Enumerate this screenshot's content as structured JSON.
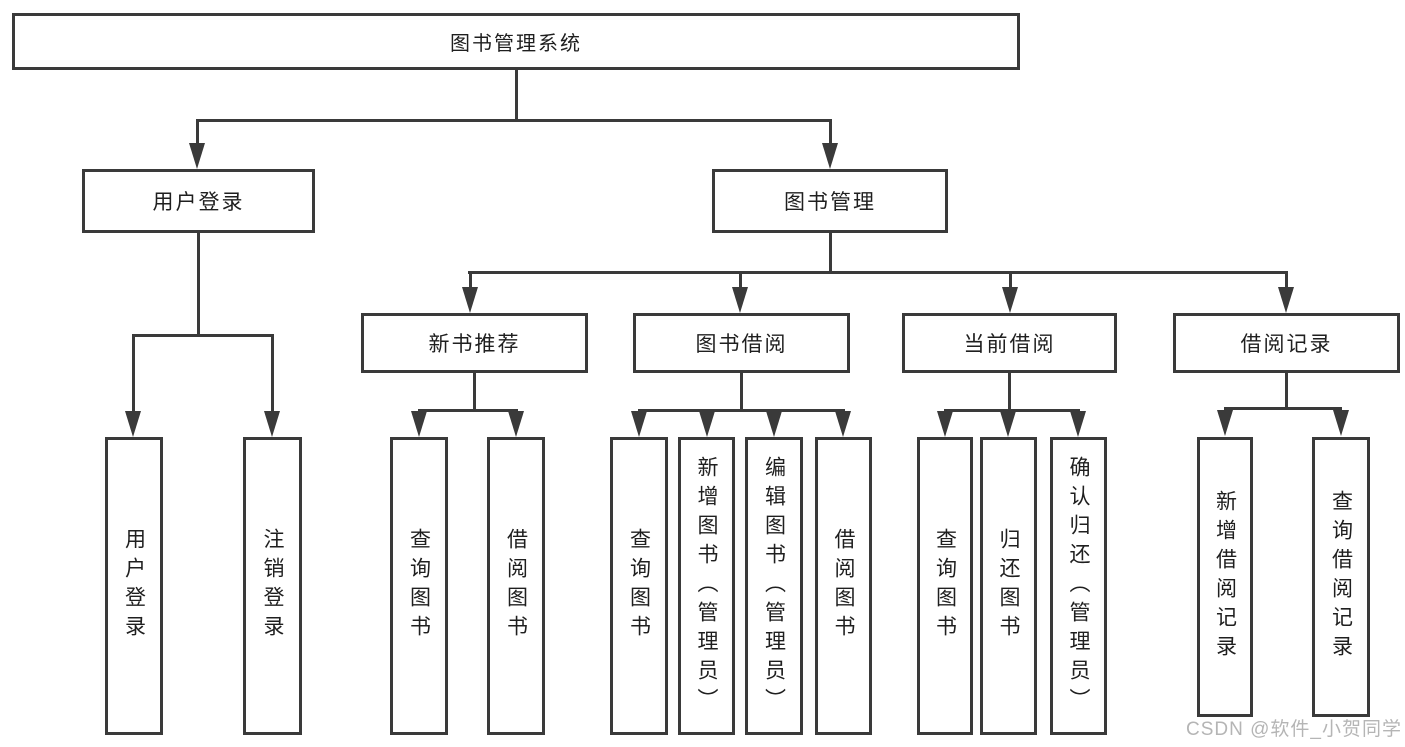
{
  "tree": {
    "label": "图书管理系统",
    "children": [
      {
        "label": "用户登录",
        "children": [
          {
            "label": "用户登录"
          },
          {
            "label": "注销登录"
          }
        ]
      },
      {
        "label": "图书管理",
        "children": [
          {
            "label": "新书推荐",
            "children": [
              {
                "label": "查询图书"
              },
              {
                "label": "借阅图书"
              }
            ]
          },
          {
            "label": "图书借阅",
            "children": [
              {
                "label": "查询图书"
              },
              {
                "label": "新增图书（管理员）"
              },
              {
                "label": "编辑图书（管理员）"
              },
              {
                "label": "借阅图书"
              }
            ]
          },
          {
            "label": "当前借阅",
            "children": [
              {
                "label": "查询图书"
              },
              {
                "label": "归还图书"
              },
              {
                "label": "确认归还（管理员）"
              }
            ]
          },
          {
            "label": "借阅记录",
            "children": [
              {
                "label": "新增借阅记录"
              },
              {
                "label": "查询借阅记录"
              }
            ]
          }
        ]
      }
    ]
  },
  "watermark": {
    "text": "CSDN @软件_小贺同学"
  },
  "colors": {
    "line": "#3a3a3a",
    "text": "#1f1f1f",
    "watermark": "#b5b5b5",
    "background": "#ffffff"
  }
}
